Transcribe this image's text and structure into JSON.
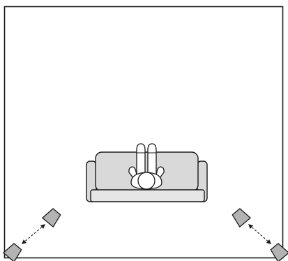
{
  "diagram": {
    "room": {
      "shape": "rectangle",
      "wall_color": "#1a1a1a",
      "fill": "#ffffff"
    },
    "sofa": {
      "fill": "#d9d9d9",
      "cushion_fill": "#e6e6e6",
      "outline": "#1a1a1a",
      "seats": 1
    },
    "listener": {
      "orientation": "facing-down",
      "skin": "#ffffff",
      "outline": "#1a1a1a"
    },
    "speakers": [
      {
        "id": "rear-left-upper",
        "side": "left",
        "fill": "#b3b3b3"
      },
      {
        "id": "rear-left-lower",
        "side": "left",
        "fill": "#b3b3b3"
      },
      {
        "id": "rear-right-upper",
        "side": "right",
        "fill": "#b3b3b3"
      },
      {
        "id": "rear-right-lower",
        "side": "right",
        "fill": "#b3b3b3"
      }
    ],
    "connectors": [
      {
        "between": [
          "rear-left-upper",
          "rear-left-lower"
        ],
        "style": "dashed-double-arrow"
      },
      {
        "between": [
          "rear-right-upper",
          "rear-right-lower"
        ],
        "style": "dashed-double-arrow"
      }
    ],
    "labels": []
  }
}
